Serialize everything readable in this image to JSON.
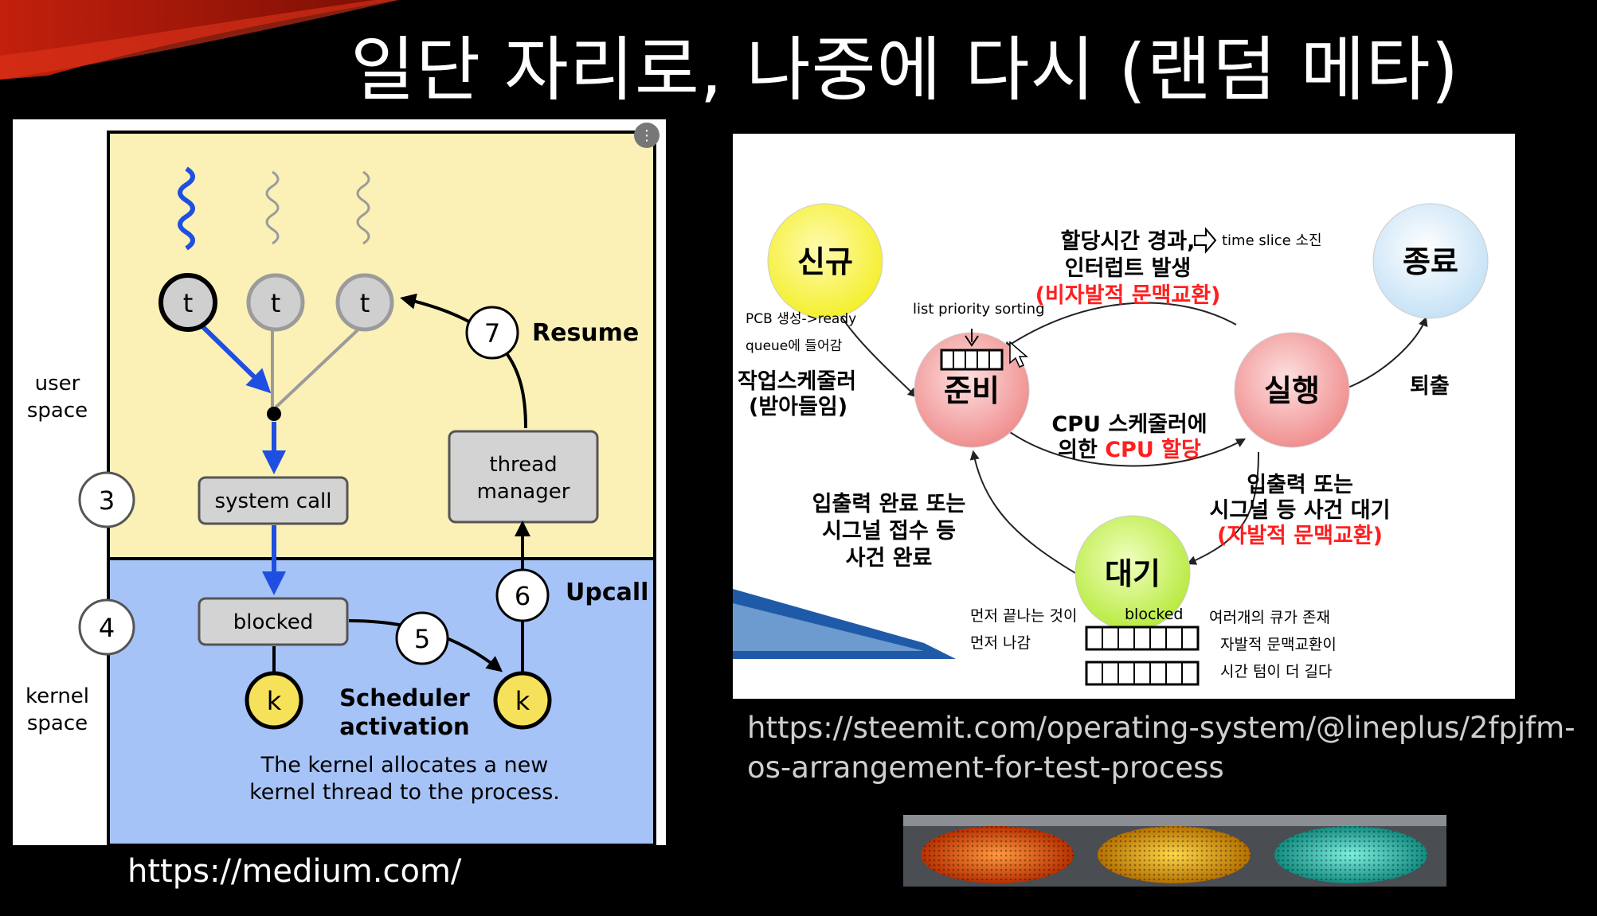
{
  "slide": {
    "title": "일단 자리로, 나중에 다시 (랜덤 메타)",
    "left_caption": "https://medium.com/",
    "right_caption": "https://steemit.com/operating-system/@lineplus/2fpjfm-os-arrangement-for-test-process"
  },
  "left": {
    "user_space": [
      "user",
      "space"
    ],
    "kernel_space": [
      "kernel",
      "space"
    ],
    "thread_label": "t",
    "kernel_label": "k",
    "system_call": "system call",
    "blocked": "blocked",
    "thread_manager": [
      "thread",
      "manager"
    ],
    "resume": "Resume",
    "upcall": "Upcall",
    "scheduler_activation": [
      "Scheduler",
      "activation"
    ],
    "kernel_note": [
      "The kernel allocates a new",
      "kernel thread to the process."
    ],
    "steps": {
      "s3": "3",
      "s4": "4",
      "s5": "5",
      "s6": "6",
      "s7": "7"
    },
    "colors": {
      "user_bg": "#fbf0b6",
      "kernel_bg": "#a6c3f7",
      "blue_arrow": "#1f4fe0",
      "k_yellow": "#f5e25a",
      "t_gray": "#cfcfcf"
    }
  },
  "right": {
    "states": {
      "new": "신규",
      "ready": "준비",
      "running": "실행",
      "waiting": "대기",
      "terminated": "종료"
    },
    "time_slice_lines": [
      "할당시간 경과,",
      "인터럽트 발생"
    ],
    "time_slice_note": "time slice 소진",
    "preemptive": "(비자발적 문맥교환)",
    "list_priority": "list priority sorting",
    "pcb_lines": [
      "PCB 생성->ready",
      "queue에 들어감"
    ],
    "job_scheduler": [
      "작업스케줄러",
      "(받아들임)"
    ],
    "cpu_sched_line1": "CPU 스케줄러에",
    "cpu_sched_prefix": "의한 ",
    "cpu_sched_red": "CPU 할당",
    "exit": "퇴출",
    "io_complete": [
      "입출력 완료 또는",
      "시그널 접수 등",
      "사건 완료"
    ],
    "io_wait": [
      "입출력 또는",
      "시그널 등 사건 대기"
    ],
    "voluntary": "(자발적 문맥교환)",
    "first_done": [
      "먼저 끝나는 것이",
      "먼저 나감"
    ],
    "blocked": "blocked",
    "queue_notes": [
      "여러개의 큐가 존재",
      "자발적 문맥교환이",
      "시간 텀이 더 길다"
    ],
    "colors": {
      "new": "#f4ef2e",
      "ready": "#f3a3a3",
      "running": "#f3a3a3",
      "waiting": "#c7f05a",
      "terminated": "#d7ecf9",
      "red_text": "#ff1f1f"
    }
  },
  "traffic_light": {
    "colors": [
      "#e8541a",
      "#f0a20f",
      "#2ec7b4"
    ]
  }
}
